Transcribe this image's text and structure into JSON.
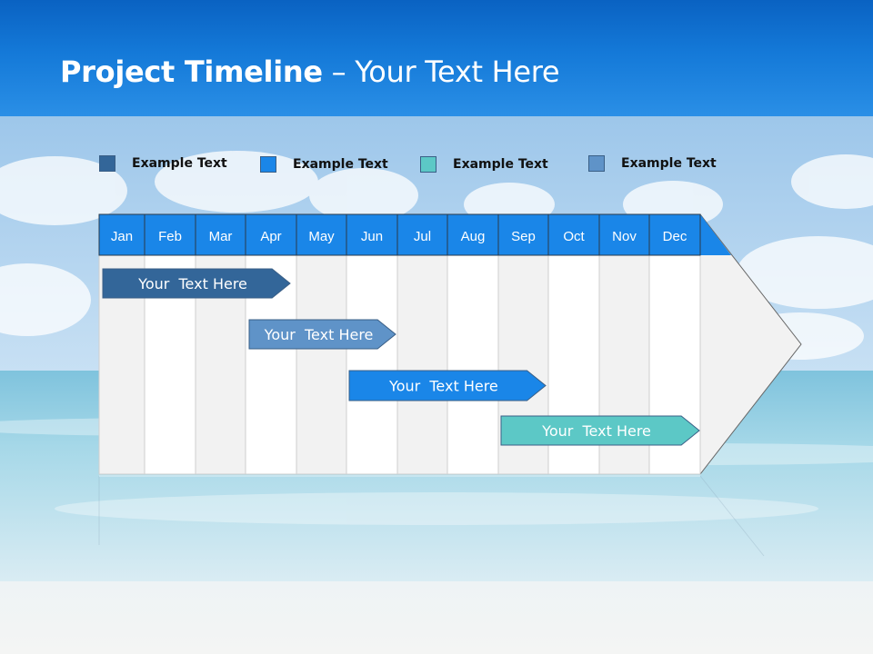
{
  "slide": {
    "title_bold": "Project Timeline",
    "title_rest": " – Your Text Here"
  },
  "legend": [
    {
      "label": "Example Text",
      "color": "#336699"
    },
    {
      "label": "Example Text",
      "color": "#1a86e8"
    },
    {
      "label": "Example Text",
      "color": "#5cc8c6"
    },
    {
      "label": "Example Text",
      "color": "#5f93c8"
    }
  ],
  "timeline": {
    "months": [
      "Jan",
      "Feb",
      "Mar",
      "Apr",
      "May",
      "Jun",
      "Jul",
      "Aug",
      "Sep",
      "Oct",
      "Nov",
      "Dec"
    ],
    "header_color": "#1a86e8",
    "tasks": [
      {
        "label": "Your  Text Here",
        "start": "Jan",
        "end": "Apr",
        "color": "#336699"
      },
      {
        "label": "Your  Text Here",
        "start": "Apr",
        "end": "Jun",
        "color": "#5f93c8"
      },
      {
        "label": "Your  Text Here",
        "start": "Jun",
        "end": "Sep",
        "color": "#1a86e8"
      },
      {
        "label": "Your  Text Here",
        "start": "Sep",
        "end": "Dec",
        "color": "#5cc8c6"
      }
    ]
  }
}
